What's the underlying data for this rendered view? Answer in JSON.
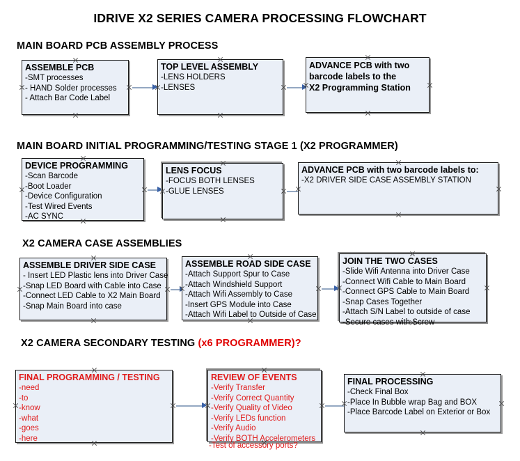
{
  "document": {
    "title": "IDRIVE X2  SERIES CAMERA PROCESSING FLOWCHART"
  },
  "colors": {
    "box_fill": "#eaeff7",
    "box_border": "#1a1a1a",
    "box_shadow": "#8f8f8f",
    "connector_line": "#94a8c2",
    "arrow_head": "#3a62a8",
    "accent_red": "#e01b1b",
    "text": "#000000"
  },
  "sections": [
    {
      "heading": "MAIN BOARD PCB ASSEMBLY PROCESS",
      "heading_accent": "",
      "boxes": [
        {
          "title": "ASSEMBLE PCB",
          "lines": [
            "-SMT processes",
            "- HAND Solder processes",
            "- Attach Bar Code Label"
          ],
          "style": "normal"
        },
        {
          "title": "TOP LEVEL ASSEMBLY",
          "lines": [
            "-LENS HOLDERS",
            "-LENSES"
          ],
          "style": "normal"
        },
        {
          "title": "ADVANCE PCB with two",
          "lines": [
            "barcode labels to the",
            " X2 Programming Station"
          ],
          "style": "bold"
        }
      ]
    },
    {
      "heading": "MAIN BOARD INITIAL PROGRAMMING/TESTING STAGE 1 (X2 PROGRAMMER)",
      "heading_accent": "",
      "boxes": [
        {
          "title": "DEVICE PROGRAMMING",
          "lines": [
            "-Scan Barcode",
            "-Boot Loader",
            "-Device Configuration",
            "-Test Wired Events",
            "-AC SYNC"
          ],
          "style": "normal"
        },
        {
          "title": "LENS FOCUS",
          "lines": [
            "-FOCUS BOTH LENSES",
            "-GLUE LENSES"
          ],
          "style": "normal"
        },
        {
          "title": "ADVANCE PCB with two barcode labels to:",
          "lines": [
            "-X2 DRIVER  SIDE  CASE  ASSEMBLY STATION"
          ],
          "style": "normal"
        }
      ]
    },
    {
      "heading": "X2 CAMERA CASE ASSEMBLIES",
      "heading_accent": "",
      "boxes": [
        {
          "title": "ASSEMBLE DRIVER SIDE CASE",
          "lines": [
            "- Insert LED Plastic lens into Driver Case",
            "-Snap LED Board with Cable into Case",
            "-Connect LED Cable to X2 Main Board",
            "-Snap Main Board into case"
          ],
          "style": "normal"
        },
        {
          "title": "ASSEMBLE ROAD SIDE CASE",
          "lines": [
            "-Attach Support Spur to Case",
            "-Attach Windshield Support",
            "-Attach Wifi Assembly to Case",
            "-Insert GPS Module into Case",
            "-Attach Wifi Label to Outside of Case"
          ],
          "style": "normal"
        },
        {
          "title": "JOIN THE TWO CASES",
          "lines": [
            "-Slide Wifi Antenna into Driver Case",
            "-Connect Wifi Cable to Main Board",
            "-Connect GPS Cable to Main Board",
            "-Snap Cases Together",
            "-Attach S/N Label to outside of case",
            "-Secure cases with Screw"
          ],
          "style": "normal"
        }
      ]
    },
    {
      "heading": "X2 CAMERA SECONDARY TESTING ",
      "heading_accent": "(x6 PROGRAMMER)?",
      "boxes": [
        {
          "title": "FINAL PROGRAMMING / TESTING",
          "lines": [
            "-need",
            "-to",
            "-know",
            "-what",
            "-goes",
            "-here"
          ],
          "style": "red"
        },
        {
          "title": "REVIEW OF EVENTS",
          "lines": [
            "-Verify Transfer",
            "-Verify Correct Quantity",
            "-Verify Quality of Video",
            "-Verify LEDs function",
            "-Verify Audio",
            "-Verify BOTH Accelerometers"
          ],
          "overflow_line": "-Test of accessory ports?",
          "style": "red"
        },
        {
          "title": "FINAL PROCESSING",
          "lines": [
            " -Check Final Box",
            "-Place In Bubble wrap Bag and BOX",
            "-Place Barcode Label on Exterior or Box"
          ],
          "style": "normal"
        }
      ]
    }
  ]
}
